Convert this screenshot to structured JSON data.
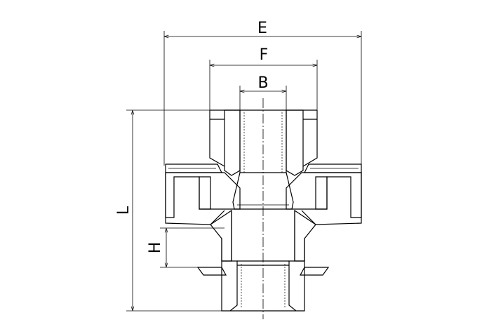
{
  "dimensions": {
    "E": "E",
    "F": "F",
    "B": "B",
    "L": "L",
    "H": "H"
  }
}
